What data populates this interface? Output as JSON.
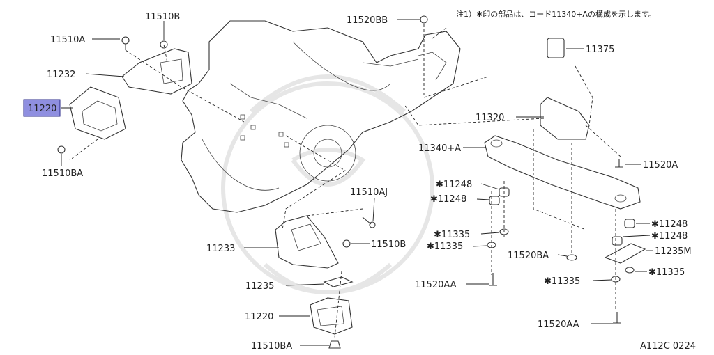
{
  "note": "注1）✱印の部品は、コード11340+Aの構成を示します。",
  "figure_code": "A112C 0224",
  "highlight_color": "#8f8fe0",
  "callouts": {
    "c11510B_top": "11510B",
    "c11510A": "11510A",
    "c11232": "11232",
    "c11220_top": "11220",
    "c11510BA_left": "11510BA",
    "c11520BB": "11520BB",
    "c11375": "11375",
    "c11320": "11320",
    "c11340A": "11340+A",
    "c11520A": "11520A",
    "c11248_a": "✱11248",
    "c11248_b": "✱11248",
    "c11248_c": "✱11248",
    "c11248_d": "✱11248",
    "c11510AJ": "11510AJ",
    "c11510B_mid": "11510B",
    "c11233": "11233",
    "c11335_a": "✱11335",
    "c11335_b": "✱11335",
    "c11335_c": "✱11335",
    "c11335_d": "✱11335",
    "c11520BA": "11520BA",
    "c11235M": "11235M",
    "c11235": "11235",
    "c11220_bottom": "11220",
    "c11520AA_left": "11520AA",
    "c11520AA_right": "11520AA",
    "c11510BA_bottom": "11510BA"
  }
}
